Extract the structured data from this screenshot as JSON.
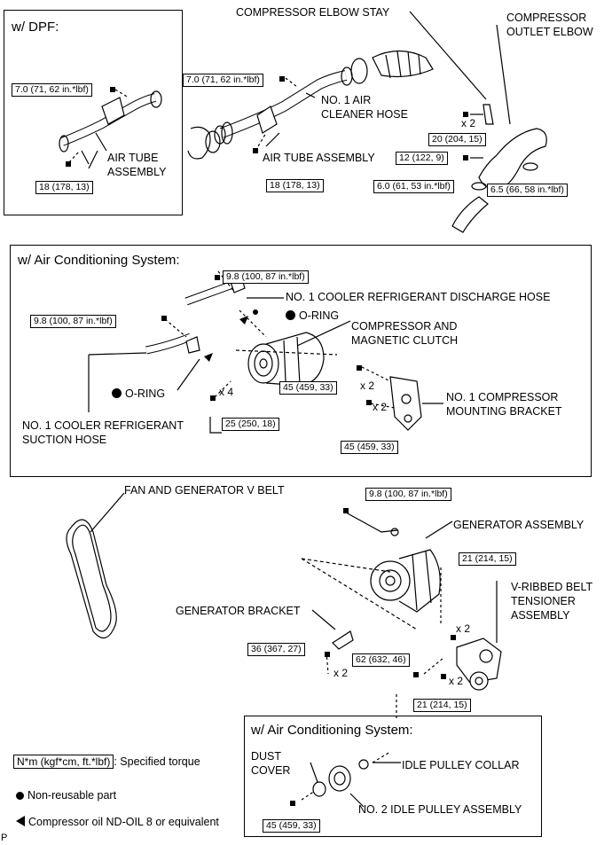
{
  "sections": {
    "dpf_title": "w/ DPF:",
    "ac_title": "w/ Air Conditioning System:",
    "ac2_title": "w/ Air Conditioning System:"
  },
  "labels": {
    "compressor_elbow_stay": "COMPRESSOR ELBOW STAY",
    "compressor_outlet_elbow_1": "COMPRESSOR",
    "compressor_outlet_elbow_2": "OUTLET ELBOW",
    "no1_air_cleaner_hose_1": "NO. 1 AIR",
    "no1_air_cleaner_hose_2": "CLEANER HOSE",
    "air_tube_assembly": "AIR TUBE ASSEMBLY",
    "dpf_air_tube_1": "AIR TUBE",
    "dpf_air_tube_2": "ASSEMBLY",
    "discharge_hose": "NO. 1 COOLER REFRIGERANT DISCHARGE HOSE",
    "o_ring_a": "O-RING",
    "o_ring_b": "O-RING",
    "compressor_clutch_1": "COMPRESSOR AND",
    "compressor_clutch_2": "MAGNETIC CLUTCH",
    "mounting_bracket_1": "NO. 1 COMPRESSOR",
    "mounting_bracket_2": "MOUNTING BRACKET",
    "suction_hose_1": "NO. 1 COOLER REFRIGERANT",
    "suction_hose_2": "SUCTION HOSE",
    "v_belt": "FAN AND GENERATOR V BELT",
    "generator_assembly": "GENERATOR ASSEMBLY",
    "tensioner_1": "V-RIBBED BELT",
    "tensioner_2": "TENSIONER",
    "tensioner_3": "ASSEMBLY",
    "generator_bracket": "GENERATOR BRACKET",
    "dust_cover_1": "DUST",
    "dust_cover_2": "COVER",
    "idle_pulley_collar": "IDLE PULLEY COLLAR",
    "no2_idle_pulley": "NO. 2 IDLE PULLEY ASSEMBLY"
  },
  "torques": {
    "dpf_top": "7.0 (71, 62 in.*lbf)",
    "dpf_bottom": "18 (178, 13)",
    "tube_top": "7.0 (71, 62 in.*lbf)",
    "tube_bottom": "18 (178, 13)",
    "stay": "20 (204, 15)",
    "elbow_bolt": "12 (122, 9)",
    "elbow_clamp_left": "6.0 (61, 53 in.*lbf)",
    "elbow_clamp_right": "6.5 (66, 58 in.*lbf)",
    "discharge_bolt": "9.8 (100, 87 in.*lbf)",
    "suction_bolt": "9.8 (100, 87 in.*lbf)",
    "compressor_bolt": "25 (250, 18)",
    "bracket_top": "45 (459, 33)",
    "bracket_bottom": "45 (459, 33)",
    "generator_top": "9.8 (100, 87 in.*lbf)",
    "tensioner_top": "21 (214, 15)",
    "gen_bracket": "36 (367, 27)",
    "generator_bolt": "62 (632, 46)",
    "tensioner_bottom": "21 (214, 15)",
    "idle_pulley": "45 (459, 33)"
  },
  "multipliers": {
    "stay": "x 2",
    "compressor": "x 4",
    "bracket_top": "x 2",
    "bracket_bottom": "x 2",
    "tensioner_top": "x 2",
    "gen_bracket": "x 2",
    "tensioner_bottom": "x 2"
  },
  "legend": {
    "torque_box": "N*m (kgf*cm, ft.*lbf)",
    "torque_text": ": Specified torque",
    "nonreusable": "Non-reusable part",
    "oil": "Compressor oil  ND-OIL 8 or equivalent"
  },
  "corner_mark": "P"
}
